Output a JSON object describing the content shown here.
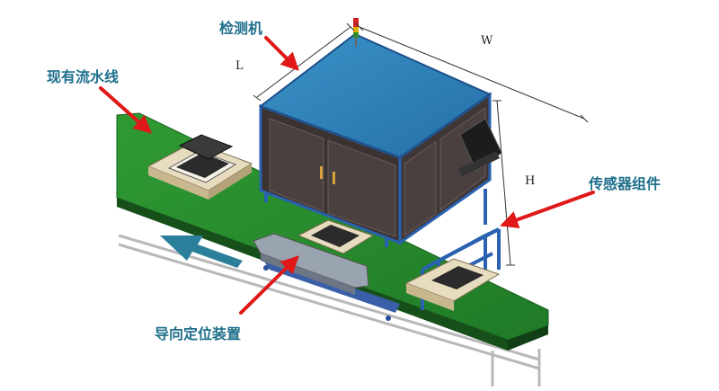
{
  "labels": {
    "inspection_machine": "检测机",
    "existing_line": "现有流水线",
    "sensor_assembly": "传感器组件",
    "guide_device": "导向定位装置"
  },
  "dimensions": {
    "length": "L",
    "width": "W",
    "height": "H"
  },
  "colors": {
    "belt": "#2a8a2e",
    "cabinet_top": "#2f86bf",
    "frame": "#2a62b0",
    "callout_arrow": "#e01818",
    "flow_arrow": "#2b7f9a",
    "label_text": "#1f6f8b"
  }
}
